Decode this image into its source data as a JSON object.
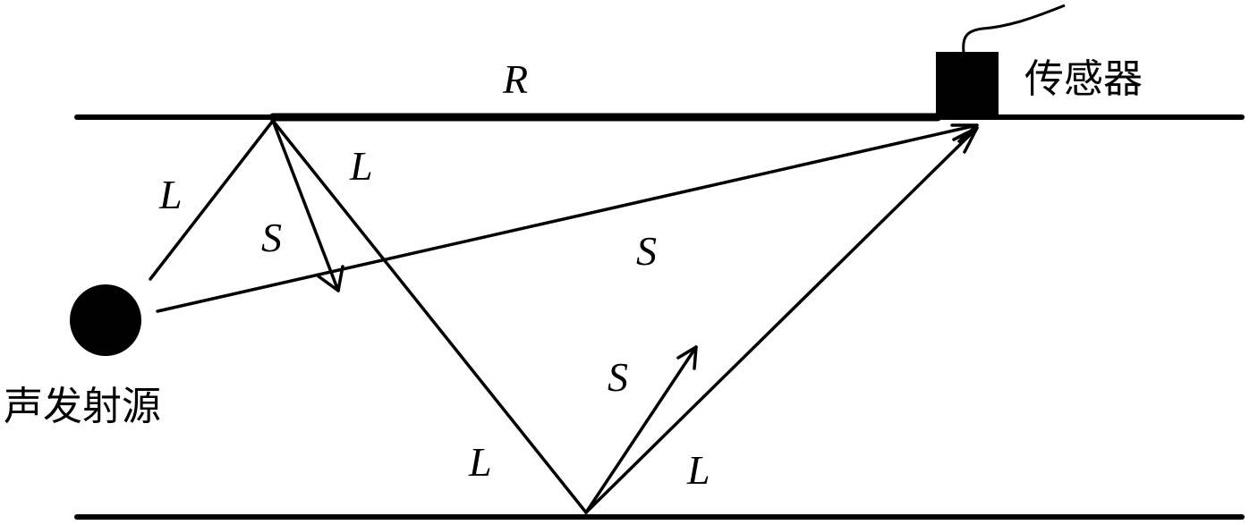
{
  "diagram": {
    "source_label": "声发射源",
    "sensor_label": "传感器",
    "surface_wave_label": "R",
    "longitudinal_label": "L",
    "shear_label": "S"
  }
}
